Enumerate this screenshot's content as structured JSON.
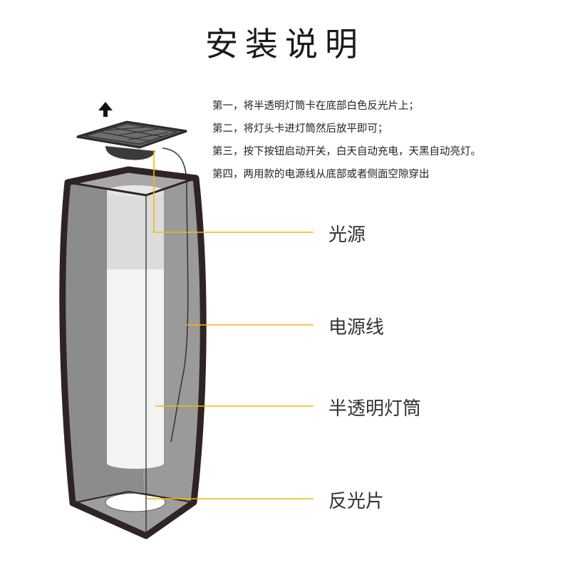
{
  "title": "安装说明",
  "steps": [
    "第一，将半透明灯筒卡在底部白色反光片上；",
    "第二，将灯头卡进灯筒然后放平即可；",
    "第三，按下按钮启动开关，白天自动充电，天黑自动亮灯。",
    "第四，两用款的电源线从底部或者侧面空隙穿出"
  ],
  "labels": {
    "light_source": "光源",
    "power_cord": "电源线",
    "tube": "半透明灯筒",
    "reflector": "反光片"
  },
  "colors": {
    "callout_line": "#f5b800",
    "frame": "#2e2424",
    "glass": "#8a8a8a"
  },
  "icons": {
    "up_arrow": "up-arrow-icon"
  }
}
